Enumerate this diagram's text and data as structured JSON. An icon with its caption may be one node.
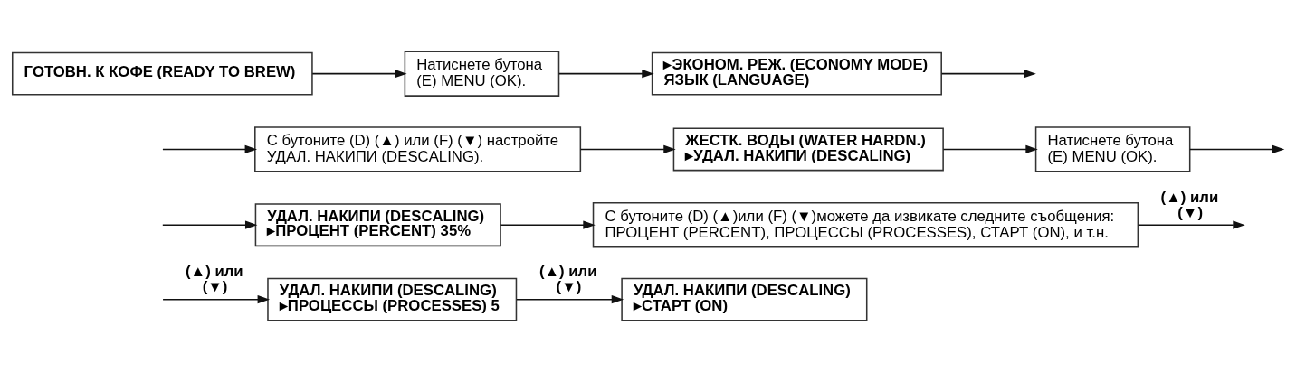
{
  "diagram": {
    "nodes": [
      {
        "text": [
          "ГОТОВН. К КОФЕ (READY TO BREW)"
        ]
      },
      {
        "text": [
          "Натиснете бутона (E) MENU (OK)."
        ]
      },
      {
        "text": [
          "▸ЭКОНОМ. РЕЖ. (ECONOMY MODE)",
          "ЯЗЫК (LANGUAGE)"
        ]
      },
      {
        "text": [
          "С бутоните (D) (▲) или (F) (▼) настройте УДАЛ. НАКИПИ (DESCALING)."
        ]
      },
      {
        "text": [
          "ЖЕСТК. ВОДЫ (WATER HARDN.)",
          "▸УДАЛ. НАКИПИ (DESCALING)"
        ]
      },
      {
        "text": [
          "Натиснете бутона (E) MENU (OK)."
        ]
      },
      {
        "text": [
          "УДАЛ. НАКИПИ (DESCALING)",
          "▸ПРОЦЕНТ (PERCENT) 35%"
        ]
      },
      {
        "text": [
          "С бутоните (D) (▲)или (F) (▼)можете да извикате следните съобщения: ПРОЦЕНТ (PERCENT), ПРОЦЕССЫ (PROCESSES), СТАРТ (ON), и т.н."
        ]
      },
      {
        "text": [
          "УДАЛ. НАКИПИ (DESCALING)",
          "▸ПРОЦЕССЫ (PROCESSES) 5"
        ]
      },
      {
        "text": [
          "УДАЛ. НАКИПИ (DESCALING)",
          "▸СТАРТ (ON)"
        ]
      }
    ],
    "edges": [
      {
        "from": 0,
        "to": 1,
        "arrow": "to"
      },
      {
        "from": 1,
        "to": 2,
        "arrow": "to"
      },
      {
        "from": 2,
        "to": null,
        "arrow": "to"
      },
      {
        "from": null,
        "to": 3,
        "arrow": "to"
      },
      {
        "from": 3,
        "to": 4,
        "arrow": "to"
      },
      {
        "from": 4,
        "to": 5,
        "arrow": "to"
      },
      {
        "from": 5,
        "to": null,
        "arrow": "to"
      },
      {
        "from": null,
        "to": 6,
        "arrow": "to"
      },
      {
        "from": 6,
        "to": 7,
        "arrow": "to"
      },
      {
        "from": 7,
        "to": null,
        "arrow": "to",
        "label": "(▲) или (▼)"
      },
      {
        "from": null,
        "to": 8,
        "arrow": "to",
        "label": "(▲) или (▼)"
      },
      {
        "from": 8,
        "to": 9,
        "arrow": "to",
        "label": "(▲) или (▼)"
      }
    ]
  }
}
